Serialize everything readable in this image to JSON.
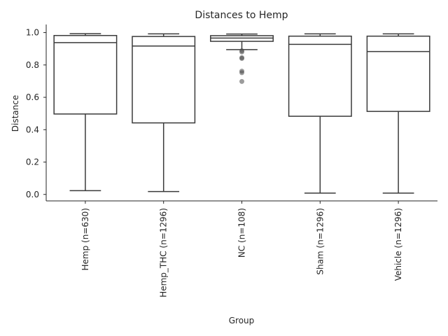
{
  "chart_data": {
    "type": "box",
    "title": "Distances to Hemp",
    "xlabel": "Group",
    "ylabel": "Distance",
    "ylim": [
      -0.04,
      1.05
    ],
    "yticks": [
      0.0,
      0.2,
      0.4,
      0.6,
      0.8,
      1.0
    ],
    "ytick_labels": [
      "0.0",
      "0.2",
      "0.4",
      "0.6",
      "0.8",
      "1.0"
    ],
    "grid": false,
    "categories": [
      "Hemp (n=630)",
      "Hemp_THC (n=1296)",
      "NC (n=108)",
      "Sham (n=1296)",
      "Vehicle (n=1296)"
    ],
    "boxes": [
      {
        "whisker_low": 0.023,
        "q1": 0.497,
        "median": 0.938,
        "q3": 0.982,
        "whisker_high": 0.993,
        "fliers": []
      },
      {
        "whisker_low": 0.018,
        "q1": 0.442,
        "median": 0.917,
        "q3": 0.976,
        "whisker_high": 0.992,
        "fliers": []
      },
      {
        "whisker_low": 0.895,
        "q1": 0.946,
        "median": 0.966,
        "q3": 0.981,
        "whisker_high": 0.991,
        "fliers": [
          0.888,
          0.88,
          0.845,
          0.84,
          0.762,
          0.752,
          0.698
        ]
      },
      {
        "whisker_low": 0.008,
        "q1": 0.483,
        "median": 0.927,
        "q3": 0.978,
        "whisker_high": 0.992,
        "fliers": []
      },
      {
        "whisker_low": 0.008,
        "q1": 0.513,
        "median": 0.883,
        "q3": 0.978,
        "whisker_high": 0.992,
        "fliers": []
      }
    ]
  }
}
